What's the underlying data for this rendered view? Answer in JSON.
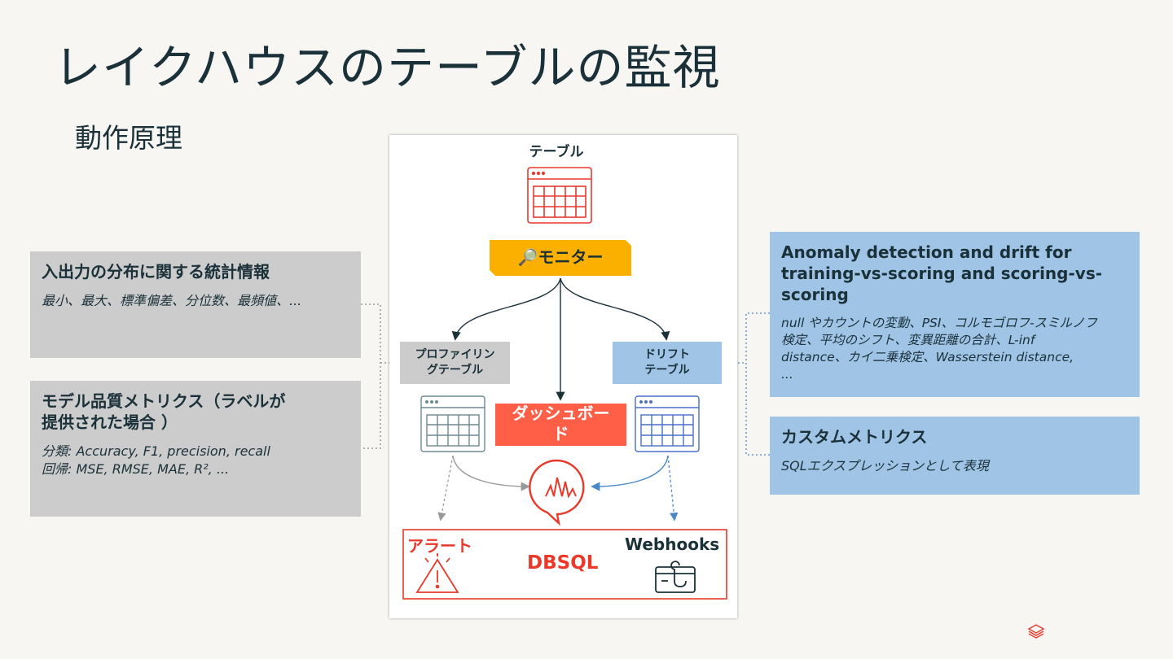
{
  "slide": {
    "title": "レイクハウスのテーブルの監視",
    "subtitle": "動作原理"
  },
  "left_boxes": [
    {
      "heading": "入出力の分布に関する統計情報",
      "body": [
        "最小、最大、標準偏差、分位数、最頻値、..."
      ]
    },
    {
      "heading": "モデル品質メトリクス（ラベルが\n提供された場合 ）",
      "body": [
        "分類: Accuracy, F1, precision, recall",
        "回帰: MSE, RMSE, MAE, R², ..."
      ]
    }
  ],
  "right_boxes": [
    {
      "heading": "Anomaly detection and drift for training-vs-scoring and scoring-vs-scoring",
      "body": [
        "null やカウントの変動、PSI、コルモゴロフ-スミルノフ",
        "検定、平均のシフト、変異距離の合計、L-inf",
        "distance、カイ二乗検定、Wasserstein distance,",
        "..."
      ]
    },
    {
      "heading": "カスタムメトリクス",
      "body": [
        "SQLエクスプレッションとして表現"
      ]
    }
  ],
  "diagram": {
    "table_label": "テーブル",
    "monitor_label": "🔎モニター",
    "profile_table_label": [
      "プロファイリン",
      "グテーブル"
    ],
    "drift_table_label": [
      "ドリフト",
      "テーブル"
    ],
    "dashboard_label": [
      "ダッシュボー",
      "ド"
    ],
    "alert_label": "アラート",
    "dbsql_label": "DBSQL",
    "webhooks_label": "Webhooks"
  },
  "colors": {
    "dark_text": "#1b3139",
    "accent_red": "#e8392b",
    "monitor_yellow": "#fbb000",
    "dashboard_red": "#ff5f46",
    "gray_box": "#cccccc",
    "blue_box": "#9fc4e6"
  },
  "icons": [
    "table-icon",
    "alert-icon",
    "webhook-icon",
    "dashboard-chart-icon",
    "databricks-logo-icon"
  ]
}
